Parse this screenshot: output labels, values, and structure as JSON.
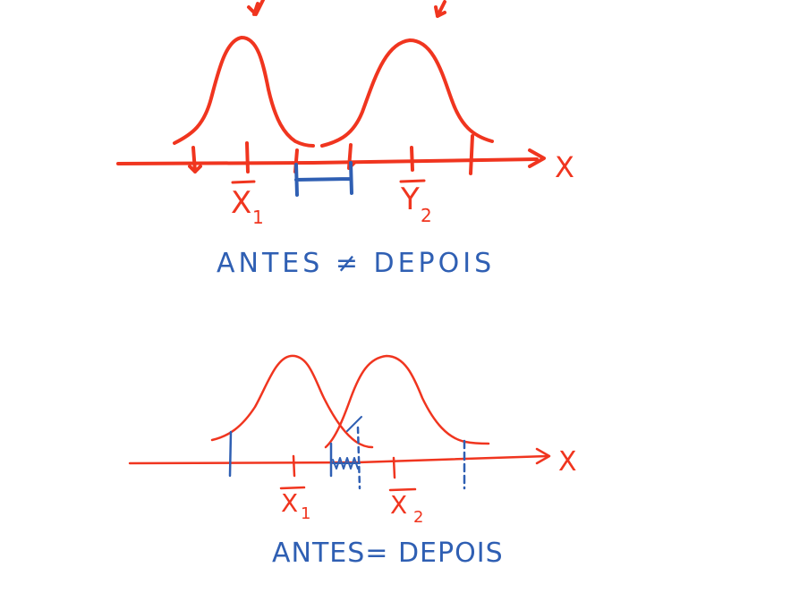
{
  "colors": {
    "ink_red": "#f0351f",
    "ink_blue": "#2f5fb3",
    "background": "#ffffff"
  },
  "top_panel": {
    "axis_label": "X",
    "mean1_symbol": "X",
    "mean1_subscript": "1",
    "mean2_symbol": "Y",
    "mean2_subscript": "2",
    "caption": "ANTES ≠ DEPOIS"
  },
  "bottom_panel": {
    "axis_label": "X",
    "mean1_symbol": "X",
    "mean1_subscript": "1",
    "mean2_symbol": "X",
    "mean2_subscript": "2",
    "caption": "ANTES= DEPOIS"
  }
}
